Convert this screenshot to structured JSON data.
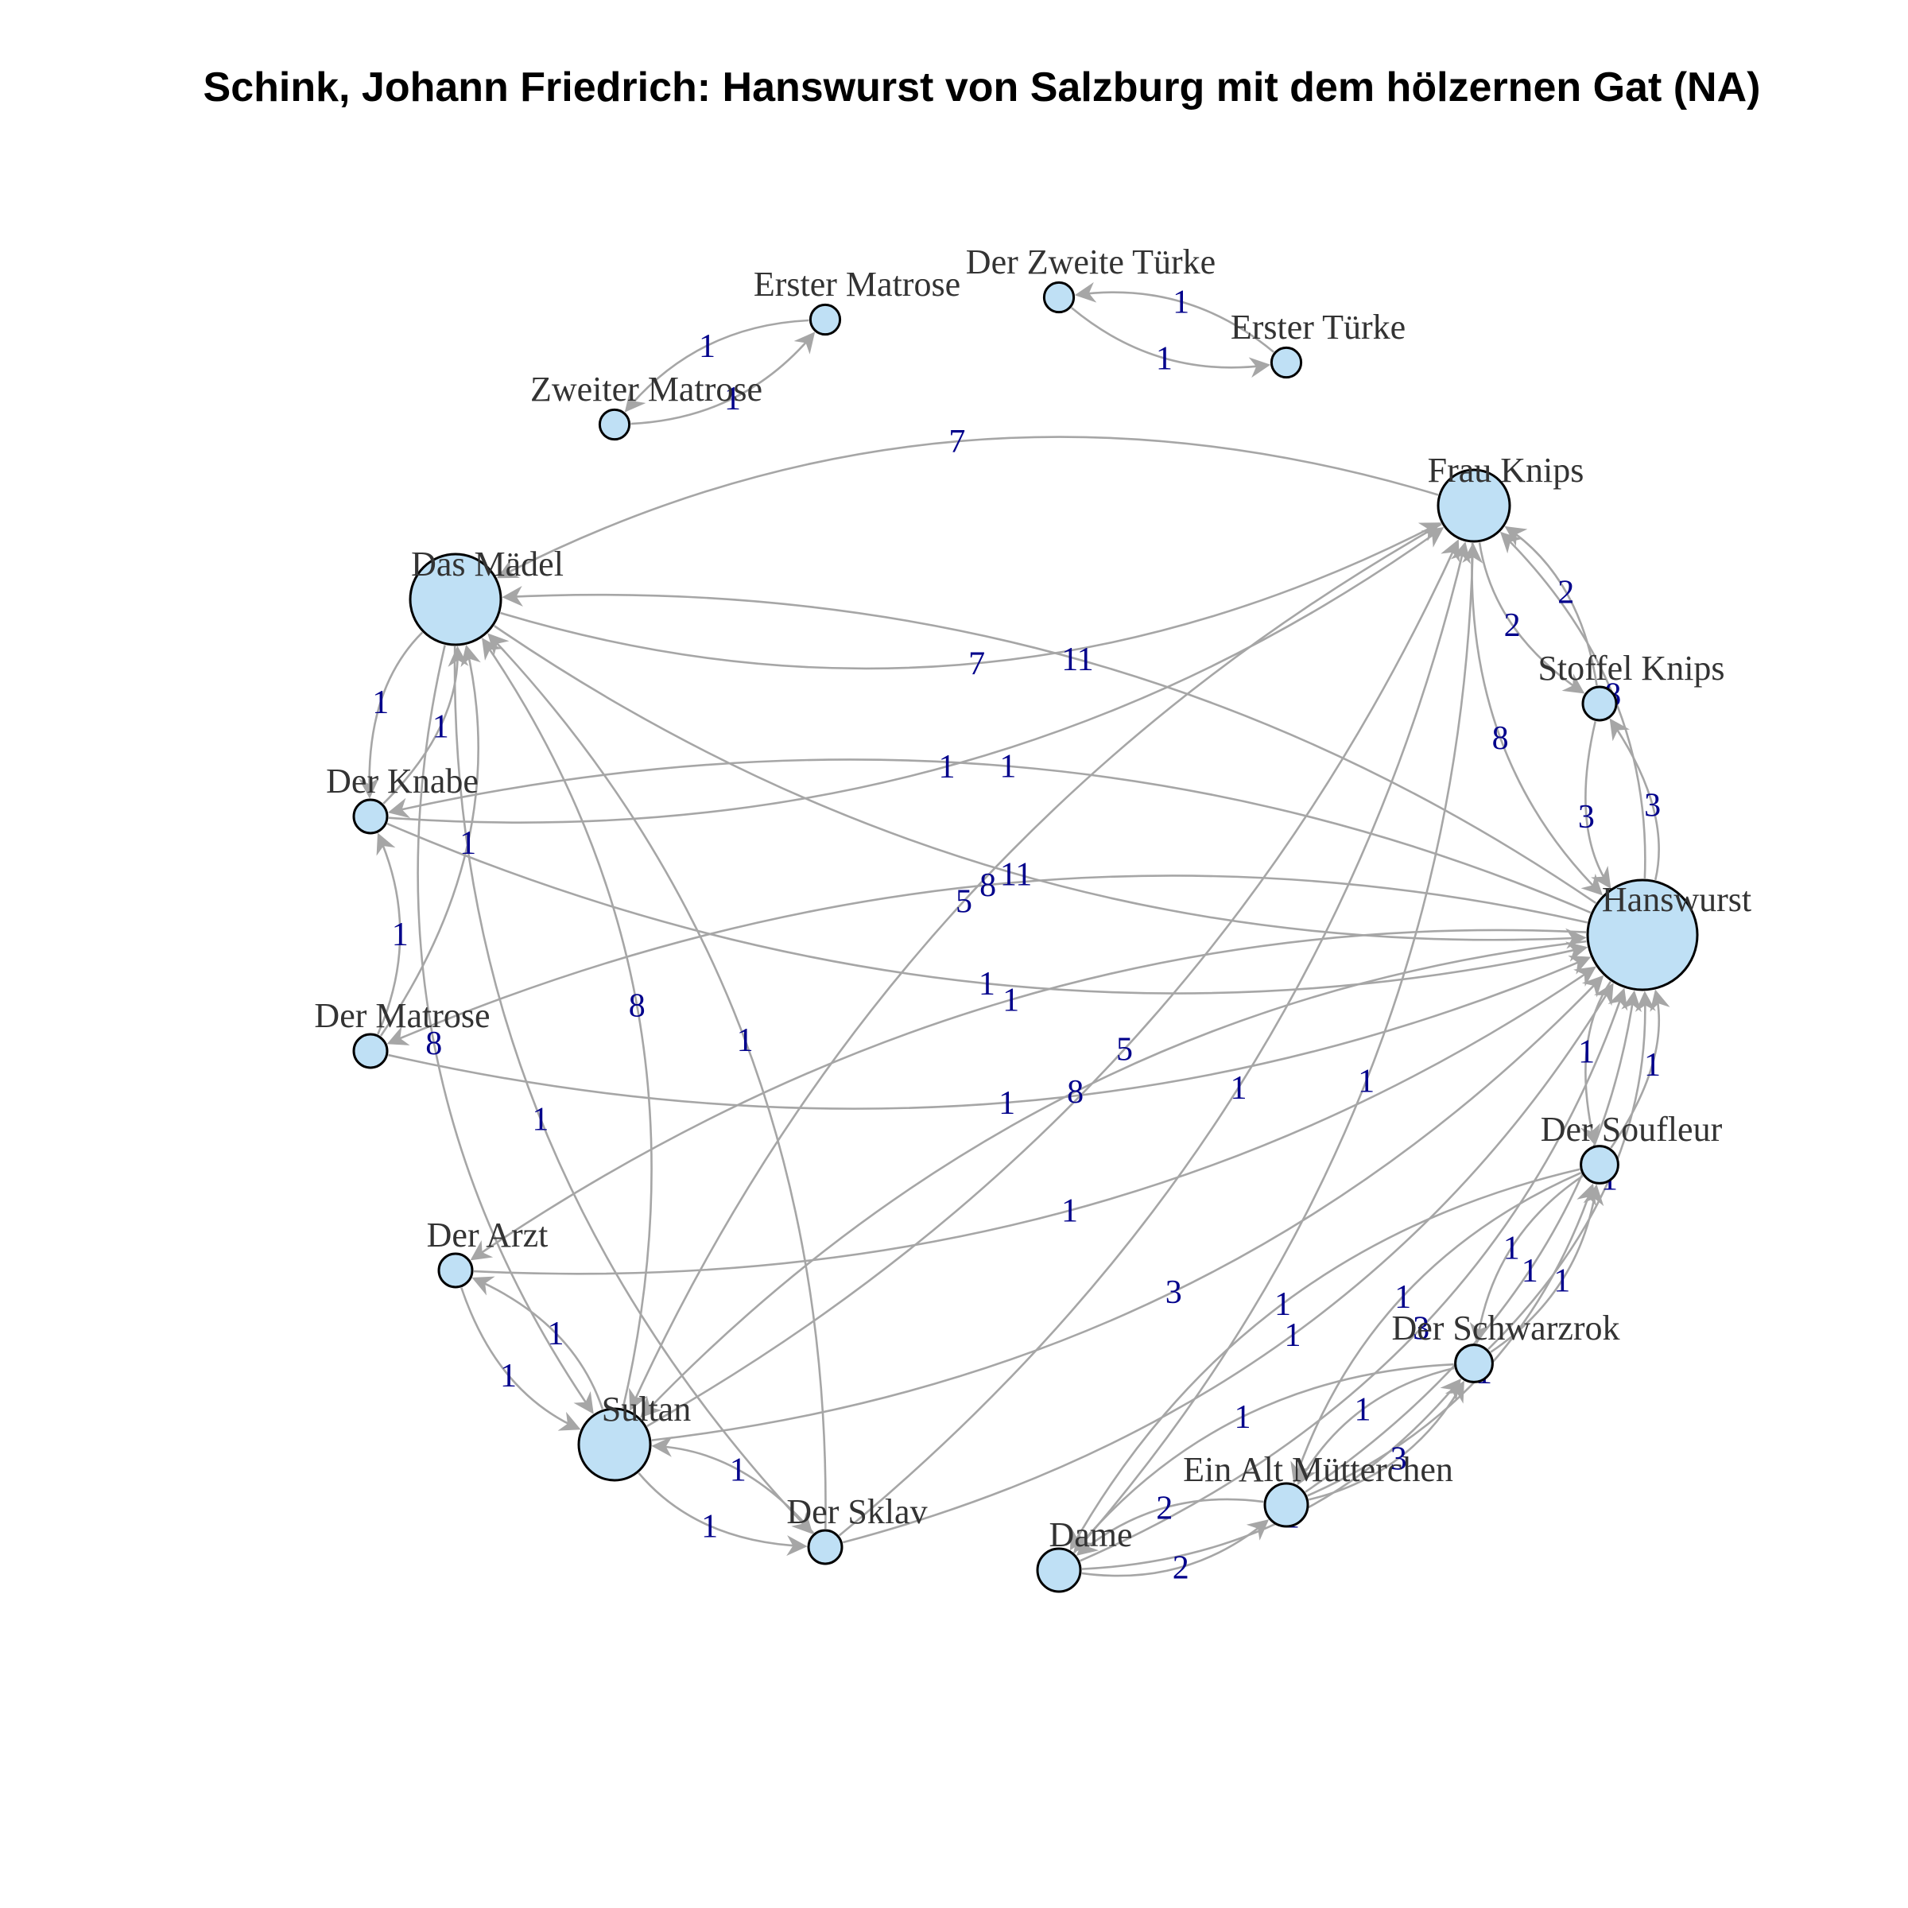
{
  "title": "Schink, Johann Friedrich: Hanswurst von Salzburg mit dem hölzernen Gat (NA)",
  "colors": {
    "node_fill": "#bfe0f5",
    "edge": "#a6a6a6",
    "edge_label": "#00008b",
    "node_label": "#333333"
  },
  "nodes": [
    {
      "id": "hanswurst",
      "label": "Hanswurst",
      "weight": 5
    },
    {
      "id": "frau_knips",
      "label": "Frau Knips",
      "weight": 3
    },
    {
      "id": "stoffel_knips",
      "label": "Stoffel Knips",
      "weight": 1
    },
    {
      "id": "das_madel",
      "label": "Das Mädel",
      "weight": 4
    },
    {
      "id": "der_knabe",
      "label": "Der Knabe",
      "weight": 1
    },
    {
      "id": "der_matrose",
      "label": "Der Matrose",
      "weight": 1
    },
    {
      "id": "der_arzt",
      "label": "Der Arzt",
      "weight": 1
    },
    {
      "id": "sultan",
      "label": "Sultan",
      "weight": 3
    },
    {
      "id": "der_sklav",
      "label": "Der Sklav",
      "weight": 1
    },
    {
      "id": "dame",
      "label": "Dame",
      "weight": 1.5
    },
    {
      "id": "ein_alt",
      "label": "Ein Alt Mütterchen",
      "weight": 1.5
    },
    {
      "id": "der_schwarzrok",
      "label": "Der Schwarzrok",
      "weight": 1.2
    },
    {
      "id": "der_soufleur",
      "label": "Der Soufleur",
      "weight": 1.2
    },
    {
      "id": "erster_matrose",
      "label": "Erster Matrose",
      "weight": 0.8
    },
    {
      "id": "zweiter_matrose",
      "label": "Zweiter Matrose",
      "weight": 0.8
    },
    {
      "id": "der_zweite_turke",
      "label": "Der Zweite Türke",
      "weight": 0.8
    },
    {
      "id": "erster_turke",
      "label": "Erster Türke",
      "weight": 0.8
    }
  ],
  "edges": [
    {
      "from": "zweiter_matrose",
      "to": "erster_matrose",
      "label": "1"
    },
    {
      "from": "erster_matrose",
      "to": "zweiter_matrose",
      "label": "1"
    },
    {
      "from": "der_zweite_turke",
      "to": "erster_turke",
      "label": "1"
    },
    {
      "from": "erster_turke",
      "to": "der_zweite_turke",
      "label": "1"
    },
    {
      "from": "das_madel",
      "to": "frau_knips",
      "label": "7"
    },
    {
      "from": "der_knabe",
      "to": "frau_knips",
      "label": "1"
    },
    {
      "from": "frau_knips",
      "to": "das_madel",
      "label": "7"
    },
    {
      "from": "das_madel",
      "to": "hanswurst",
      "label": "11"
    },
    {
      "from": "hanswurst",
      "to": "das_madel",
      "label": "11"
    },
    {
      "from": "frau_knips",
      "to": "stoffel_knips",
      "label": "2"
    },
    {
      "from": "stoffel_knips",
      "to": "frau_knips",
      "label": "2"
    },
    {
      "from": "hanswurst",
      "to": "frau_knips",
      "label": "8"
    },
    {
      "from": "frau_knips",
      "to": "hanswurst",
      "label": "8"
    },
    {
      "from": "stoffel_knips",
      "to": "hanswurst",
      "label": "3"
    },
    {
      "from": "hanswurst",
      "to": "stoffel_knips",
      "label": "3"
    },
    {
      "from": "sultan",
      "to": "frau_knips",
      "label": "5"
    },
    {
      "from": "frau_knips",
      "to": "sultan",
      "label": "5"
    },
    {
      "from": "der_sklav",
      "to": "frau_knips",
      "label": "1"
    },
    {
      "from": "dame",
      "to": "frau_knips",
      "label": "1"
    },
    {
      "from": "der_knabe",
      "to": "hanswurst",
      "label": "1"
    },
    {
      "from": "hanswurst",
      "to": "der_knabe",
      "label": "1"
    },
    {
      "from": "der_matrose",
      "to": "hanswurst",
      "label": "1"
    },
    {
      "from": "hanswurst",
      "to": "der_matrose",
      "label": "8"
    },
    {
      "from": "der_arzt",
      "to": "hanswurst",
      "label": "1"
    },
    {
      "from": "hanswurst",
      "to": "der_arzt",
      "label": "1"
    },
    {
      "from": "sultan",
      "to": "hanswurst",
      "label": "3"
    },
    {
      "from": "hanswurst",
      "to": "sultan",
      "label": "8"
    },
    {
      "from": "der_sklav",
      "to": "hanswurst",
      "label": "1"
    },
    {
      "from": "dame",
      "to": "hanswurst",
      "label": "3"
    },
    {
      "from": "ein_alt",
      "to": "hanswurst",
      "label": "1"
    },
    {
      "from": "der_schwarzrok",
      "to": "hanswurst",
      "label": "1"
    },
    {
      "from": "der_soufleur",
      "to": "hanswurst",
      "label": "1"
    },
    {
      "from": "hanswurst",
      "to": "der_soufleur",
      "label": "1"
    },
    {
      "from": "der_knabe",
      "to": "das_madel",
      "label": "1"
    },
    {
      "from": "das_madel",
      "to": "der_knabe",
      "label": "1"
    },
    {
      "from": "der_matrose",
      "to": "das_madel",
      "label": "1"
    },
    {
      "from": "der_matrose",
      "to": "der_knabe",
      "label": "1"
    },
    {
      "from": "sultan",
      "to": "das_madel",
      "label": "8"
    },
    {
      "from": "das_madel",
      "to": "sultan",
      "label": "8"
    },
    {
      "from": "der_sklav",
      "to": "das_madel",
      "label": "1"
    },
    {
      "from": "das_madel",
      "to": "der_sklav",
      "label": "1"
    },
    {
      "from": "der_arzt",
      "to": "sultan",
      "label": "1"
    },
    {
      "from": "sultan",
      "to": "der_arzt",
      "label": "1"
    },
    {
      "from": "sultan",
      "to": "der_sklav",
      "label": "1"
    },
    {
      "from": "der_sklav",
      "to": "sultan",
      "label": "1"
    },
    {
      "from": "dame",
      "to": "ein_alt",
      "label": "2"
    },
    {
      "from": "ein_alt",
      "to": "dame",
      "label": "2"
    },
    {
      "from": "der_schwarzrok",
      "to": "dame",
      "label": "1"
    },
    {
      "from": "dame",
      "to": "der_schwarzrok",
      "label": "1"
    },
    {
      "from": "ein_alt",
      "to": "der_schwarzrok",
      "label": "3"
    },
    {
      "from": "der_schwarzrok",
      "to": "ein_alt",
      "label": "1"
    },
    {
      "from": "der_soufleur",
      "to": "ein_alt",
      "label": "1"
    },
    {
      "from": "ein_alt",
      "to": "der_soufleur",
      "label": "1"
    },
    {
      "from": "der_soufleur",
      "to": "der_schwarzrok",
      "label": "1"
    },
    {
      "from": "der_schwarzrok",
      "to": "der_soufleur",
      "label": "1"
    },
    {
      "from": "der_soufleur",
      "to": "dame",
      "label": "1"
    }
  ]
}
